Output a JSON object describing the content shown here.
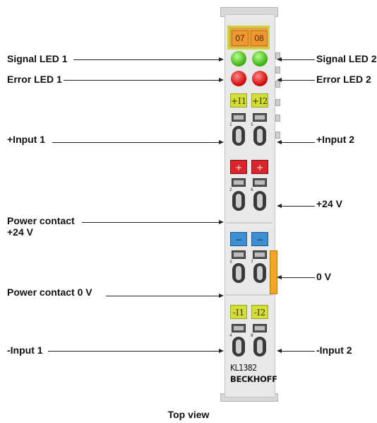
{
  "module": {
    "tag_left": "07",
    "tag_right": "08",
    "pill_in_left": "+I1",
    "pill_in_right": "+I2",
    "pill_plus_left": "+",
    "pill_plus_right": "+",
    "pill_minus_left": "−",
    "pill_minus_right": "−",
    "pill_neg_left": "-I1",
    "pill_neg_right": "-I2",
    "model": "KL1382",
    "brand": "BECKHOFF",
    "term_nums": [
      "1",
      "5",
      "2",
      "6",
      "3",
      "7",
      "4",
      "8"
    ]
  },
  "labels": {
    "signal_led_1": "Signal LED 1",
    "signal_led_2": "Signal LED 2",
    "error_led_1": "Error LED 1",
    "error_led_2": "Error LED 2",
    "input_1": "+Input 1",
    "input_2": "+Input 2",
    "plus_24v": "+24 V",
    "power_contact_24v_line1": "Power contact",
    "power_contact_24v_line2": "+24 V",
    "zero_v": "0 V",
    "power_contact_0v": "Power contact 0 V",
    "neg_input_1": "-Input 1",
    "neg_input_2": "-Input 2"
  },
  "caption": "Top view"
}
